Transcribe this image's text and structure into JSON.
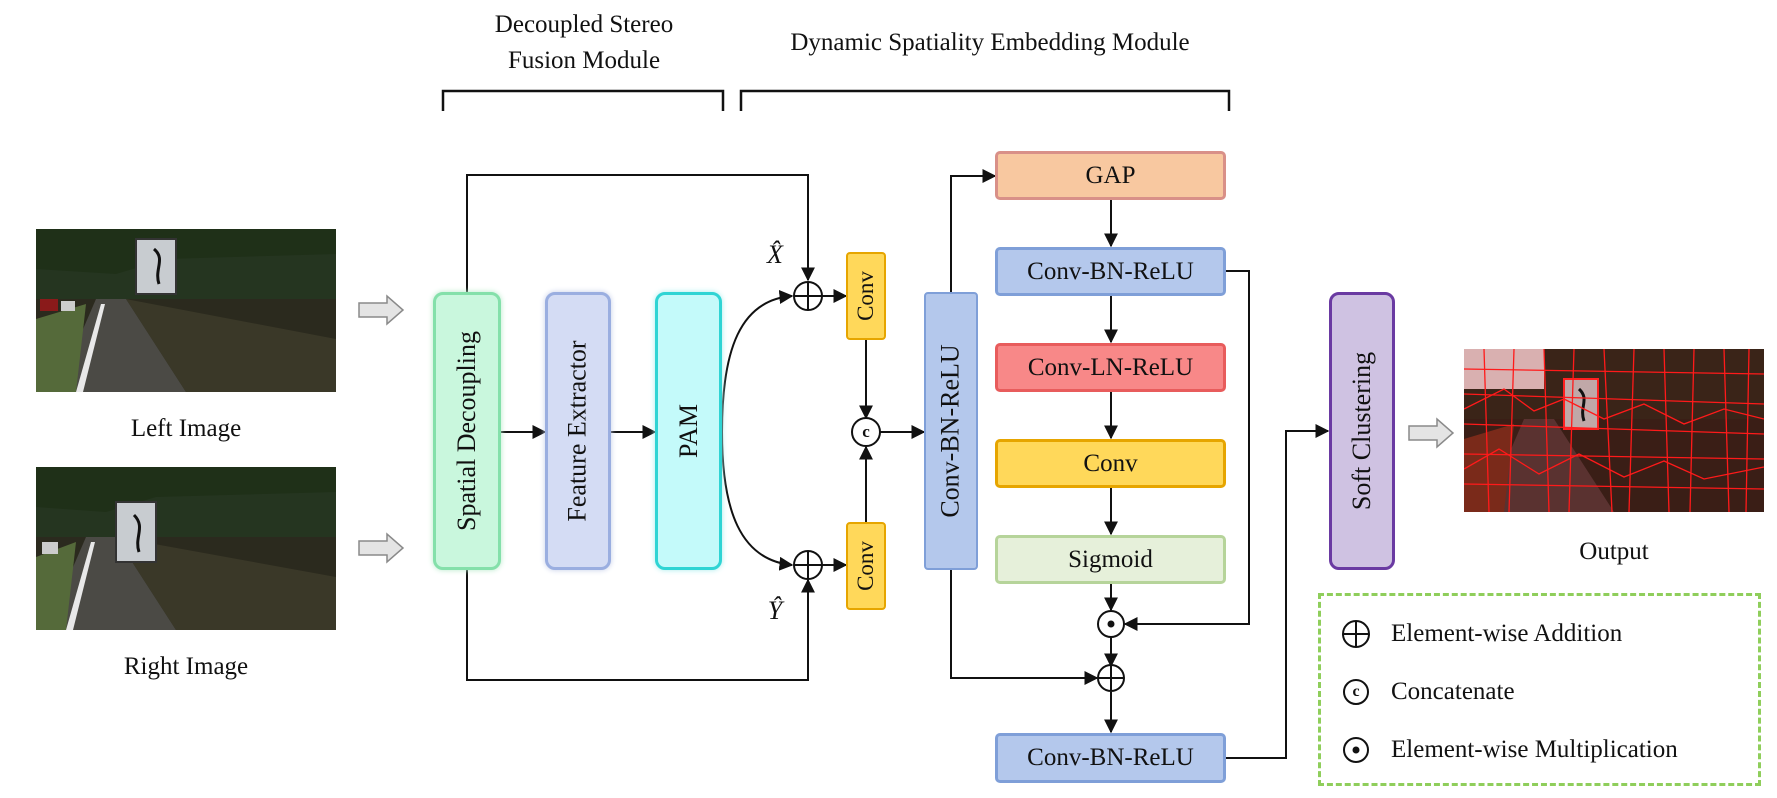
{
  "modules": {
    "fusion_line1": "Decoupled Stereo",
    "fusion_line2": "Fusion Module",
    "embedding": "Dynamic Spatiality Embedding Module"
  },
  "inputs": {
    "left_label": "Left Image",
    "right_label": "Right Image"
  },
  "blocks": {
    "spatial_decoupling": "Spatial Decoupling",
    "feature_extractor": "Feature Extractor",
    "pam": "PAM",
    "conv_top": "Conv",
    "conv_bottom": "Conv",
    "conv_bn_relu_vertical": "Conv-BN-ReLU",
    "gap": "GAP",
    "conv_bn_relu_1": "Conv-BN-ReLU",
    "conv_ln_relu": "Conv-LN-ReLU",
    "conv": "Conv",
    "sigmoid": "Sigmoid",
    "conv_bn_relu_out": "Conv-BN-ReLU",
    "soft_clustering": "Soft Clustering"
  },
  "symbols": {
    "x_hat": "X̂",
    "y_hat": "Ŷ",
    "concat": "c"
  },
  "output": {
    "label": "Output"
  },
  "legend": {
    "addition": "Element-wise Addition",
    "concatenate": "Concatenate",
    "multiplication": "Element-wise Multiplication"
  },
  "colors": {
    "spatial_decoupling": "#c9f7dd",
    "feature_extractor": "#d4dcf4",
    "pam": "#c4fafa",
    "conv_yellow": "#ffd85a",
    "conv_bn_relu": "#b4c8ec",
    "gap": "#f8c8a0",
    "conv_ln_relu": "#f88888",
    "sigmoid": "#e6f0da",
    "soft_clustering": "#cfc2e2",
    "legend_border": "#8fce5b"
  }
}
